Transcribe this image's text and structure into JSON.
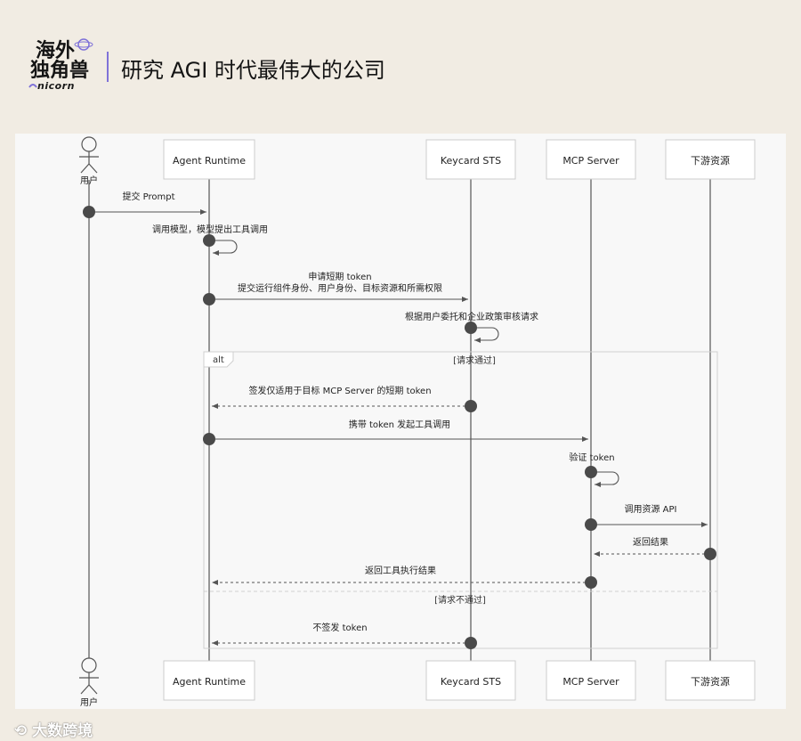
{
  "header": {
    "logo_text": "海外独角兽",
    "logo_sub": "nicorn",
    "title": "研究 AGI 时代最伟大的公司"
  },
  "participants": {
    "user": "用户",
    "agent": "Agent Runtime",
    "sts": "Keycard STS",
    "mcp": "MCP Server",
    "down": "下游资源"
  },
  "messages": {
    "m1": "提交 Prompt",
    "m2": "调用模型，模型提出工具调用",
    "m3a": "申请短期 token",
    "m3b": "提交运行组件身份、用户身份、目标资源和所需权限",
    "m4": "根据用户委托和企业政策审核请求",
    "m5": "签发仅适用于目标 MCP Server 的短期 token",
    "m6": "携带 token 发起工具调用",
    "m7": "验证 token",
    "m8": "调用资源 API",
    "m9": "返回结果",
    "m10": "返回工具执行结果",
    "m11": "不签发 token"
  },
  "alt": {
    "label": "alt",
    "cond1": "[请求通过]",
    "cond2": "[请求不通过]"
  },
  "watermark": "大数跨境",
  "colors": {
    "accent": "#7f72d8",
    "line": "#555555",
    "box_border": "#cccccc",
    "background": "#f1ece3"
  }
}
